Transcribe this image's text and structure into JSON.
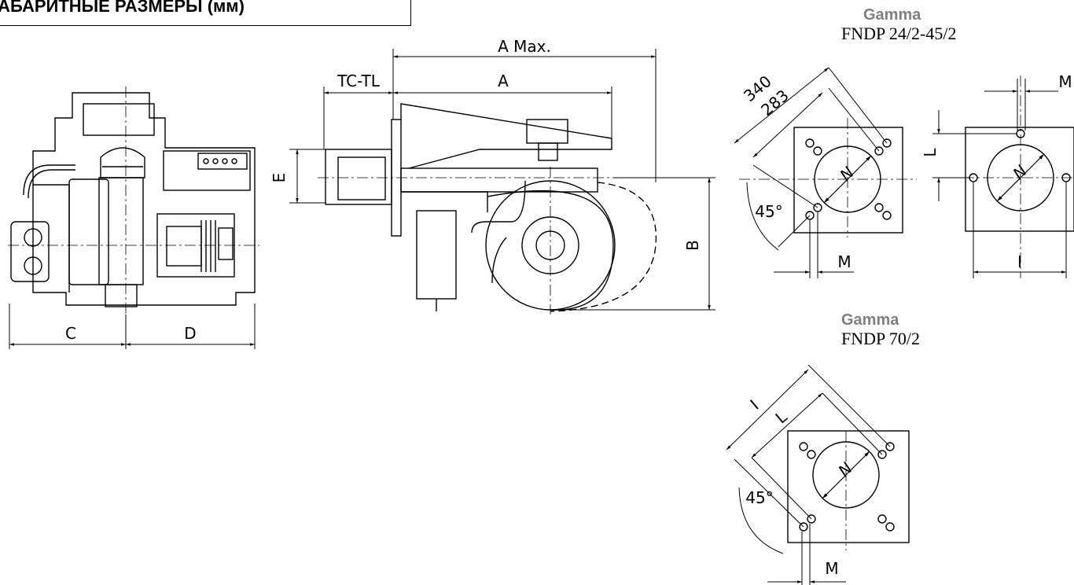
{
  "header": {
    "title": "ГАБАРИТНЫЕ РАЗМЕРЫ (мм)"
  },
  "side_view": {
    "dim_c": "C",
    "dim_d": "D"
  },
  "front_view": {
    "dim_a_max": "A  Max.",
    "dim_tc_tl": "TC-TL",
    "dim_a": "A",
    "dim_e": "E",
    "dim_b": "B"
  },
  "flange_top": {
    "series": "Gamma",
    "model": "FNDP 24/2-45/2",
    "dim_340": "340",
    "dim_283": "283",
    "angle": "45°",
    "dim_m": "M",
    "dim_n": "N"
  },
  "flange_right": {
    "dim_m": "M",
    "dim_l": "L",
    "dim_n": "N",
    "dim_i": "I"
  },
  "flange_bottom": {
    "series": "Gamma",
    "model": "FNDP 70/2",
    "dim_i": "I",
    "dim_l": "L",
    "angle": "45°",
    "dim_n": "N",
    "dim_m": "M"
  }
}
